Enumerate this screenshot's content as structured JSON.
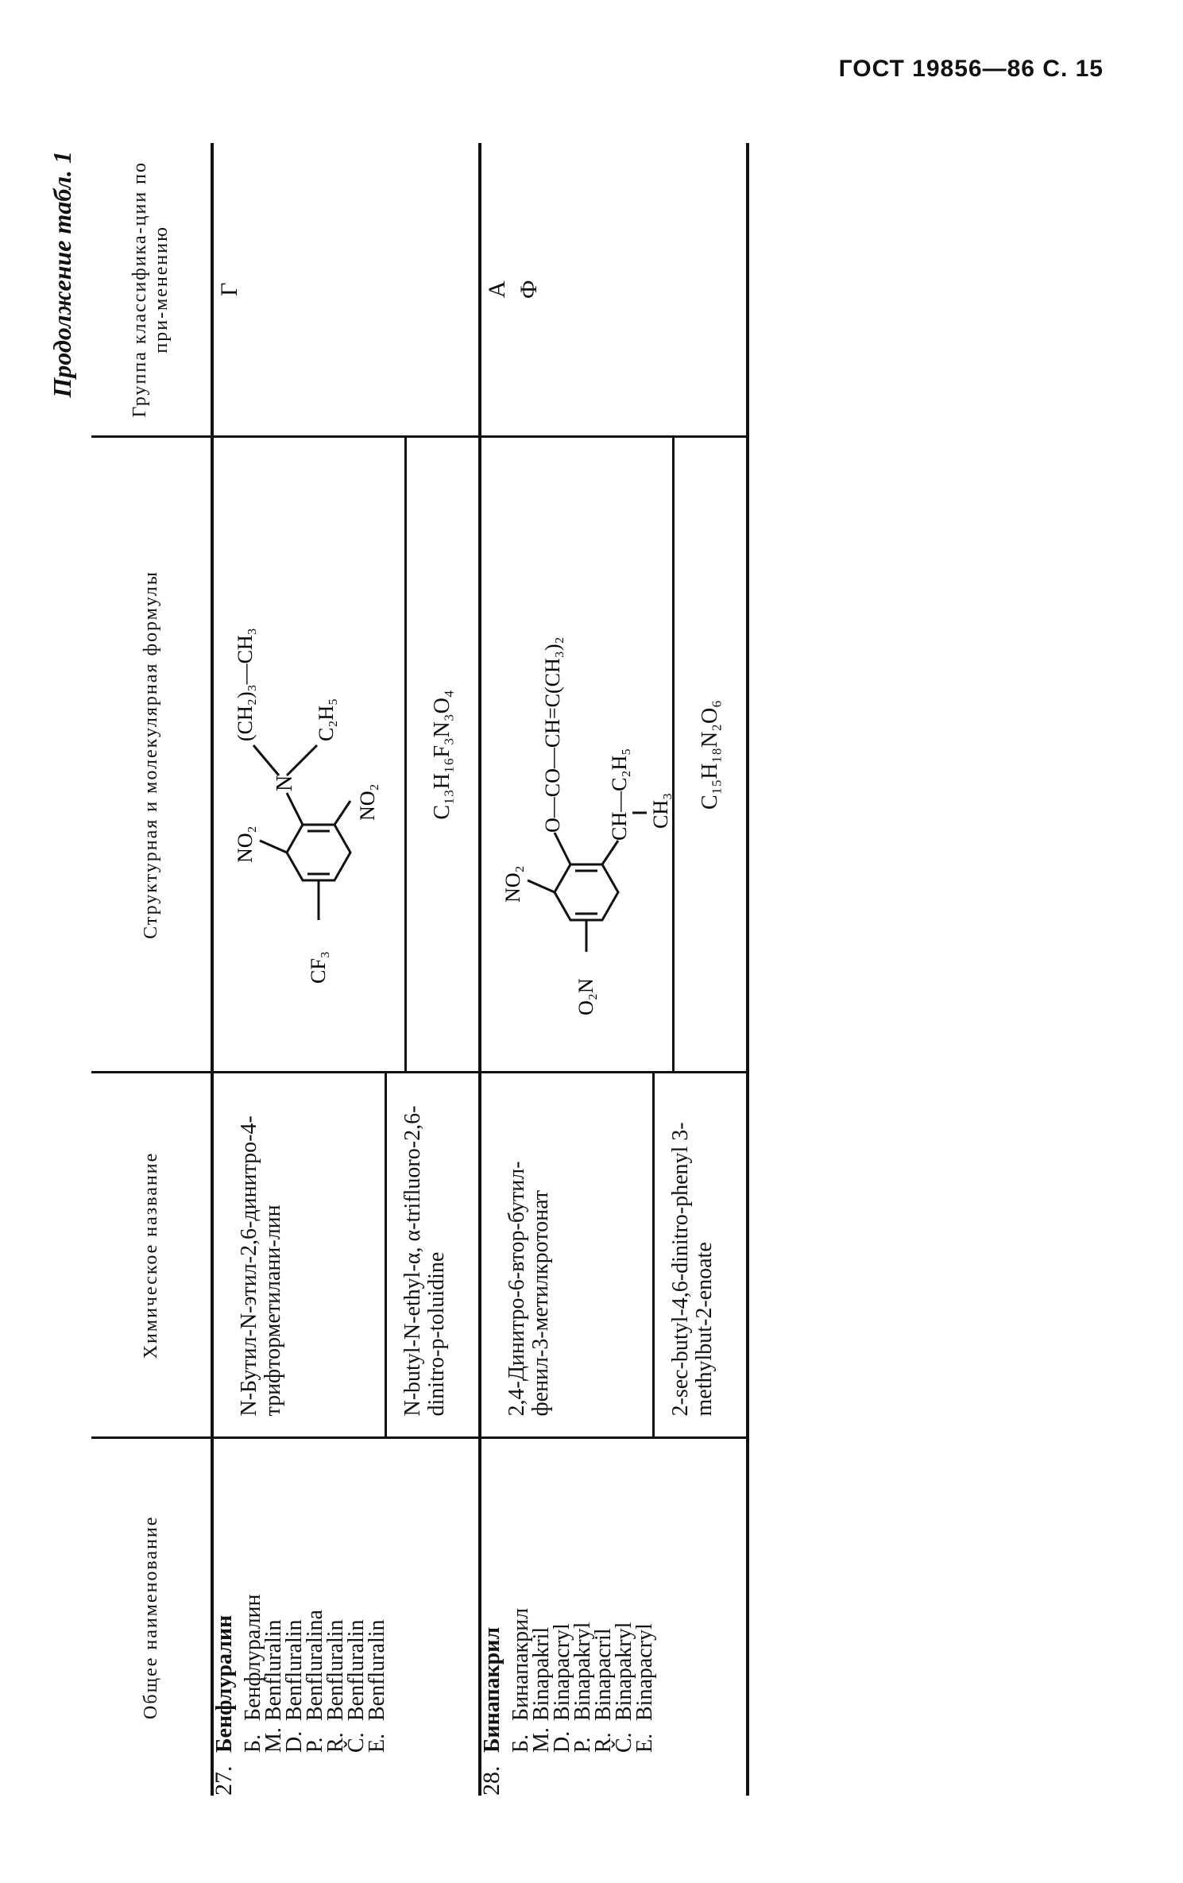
{
  "page_header": "ГОСТ 19856—86 С. 15",
  "caption": "Продолжение табл. 1",
  "columns": [
    "Общее наименование",
    "Химическое название",
    "Структурная и молекулярная формулы",
    "Группа классифика-ции по при-менению"
  ],
  "entries": [
    {
      "number": "27.",
      "title": "Бенфлуралин",
      "synonyms": [
        {
          "lang": "Б.",
          "name": "Бенфлуралин"
        },
        {
          "lang": "М.",
          "name": "Benfluralin"
        },
        {
          "lang": "D.",
          "name": "Benfluralin"
        },
        {
          "lang": "P.",
          "name": "Benfluralina"
        },
        {
          "lang": "R.",
          "name": "Benfluralin"
        },
        {
          "lang": "Č.",
          "name": "Benfluralin"
        },
        {
          "lang": "E.",
          "name": "Benfluralin"
        }
      ],
      "name_ru": "N-Бутил-N-этил-2,6-динитро-4-трифторметилани-лин",
      "name_en": "N-butyl-N-ethyl-α, α-trifluoro-2,6-dinitro-p-toluidine",
      "structure_labels": [
        "CF₃",
        "NO₂",
        "N",
        "(CH₂)₃—CH₃",
        "C₂H₅",
        "NO₂"
      ],
      "molecular_formula": "C₁₃H₁₆F₃N₃O₄",
      "groups": [
        "Г"
      ]
    },
    {
      "number": "28.",
      "title": "Бинапакрил",
      "synonyms": [
        {
          "lang": "Б.",
          "name": "Бинапакрил"
        },
        {
          "lang": "М.",
          "name": "Binapakril"
        },
        {
          "lang": "D.",
          "name": "Binapacryl"
        },
        {
          "lang": "P.",
          "name": "Binapakryl"
        },
        {
          "lang": "R.",
          "name": "Binapacril"
        },
        {
          "lang": "Č.",
          "name": "Binapakryl"
        },
        {
          "lang": "E.",
          "name": "Binapacryl"
        }
      ],
      "name_ru": "2,4-Динитро-6-втор-бутил-фенил-3-метилкротонат",
      "name_en": "2-sec-butyl-4,6-dinitro-phenyl 3-methylbut-2-enoate",
      "structure_labels": [
        "O₂N",
        "NO₂",
        "O—CO—CH=C(CH₃)₂",
        "CH—C₂H₅",
        "CH₃"
      ],
      "molecular_formula": "C₁₅H₁₈N₂O₆",
      "groups": [
        "А",
        "Ф"
      ]
    }
  ]
}
